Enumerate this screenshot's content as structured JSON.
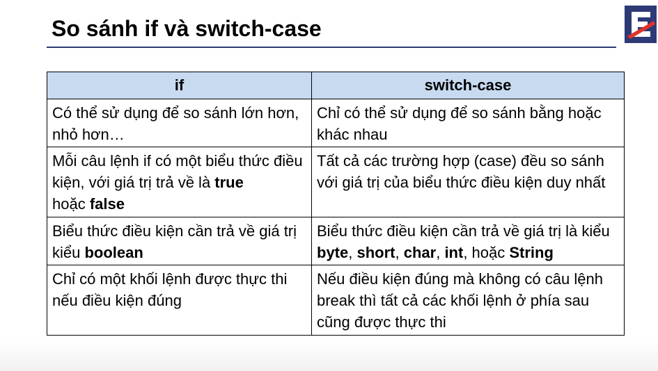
{
  "slide": {
    "title": "So sánh if và switch-case",
    "logo_icon": "e-brand-logo-icon",
    "accent_color": "#2e3a75",
    "header_fill": "#c7daf0",
    "logo_red": "#e0332a"
  },
  "table": {
    "headers": [
      "if",
      "switch-case"
    ],
    "rows": [
      {
        "if": {
          "t1": "Có thể sử dụng để so sánh lớn hơn, nhỏ hơn…"
        },
        "switch": {
          "t1": "Chỉ có thể sử dụng để so sánh bằng hoặc khác nhau"
        }
      },
      {
        "if": {
          "t1": "Mỗi câu lệnh if có một biểu thức điều kiện, với giá trị trả về là ",
          "b1": "true",
          "t2": " hoặc ",
          "b2": "false"
        },
        "switch": {
          "t1": "Tất cả các trường hợp (case) đều so sánh với giá trị của biểu thức điều kiện duy nhất"
        }
      },
      {
        "if": {
          "t1": "Biểu thức điều kiện cần trả về giá trị kiểu ",
          "b1": "boolean"
        },
        "switch": {
          "t1": "Biểu thức điều kiện cần trả về giá trị là kiểu ",
          "b1": "byte",
          "t2": ", ",
          "b2": "short",
          "t3": ", ",
          "b3": "char",
          "t4": ", ",
          "b4": "int",
          "t5": ", hoặc ",
          "b5": "String"
        }
      },
      {
        "if": {
          "t1": "Chỉ có một khối lệnh được thực thi nếu điều kiện đúng"
        },
        "switch": {
          "t1": "Nếu điều kiện đúng mà không có câu lệnh break thì tất cả các khối lệnh ở phía sau cũng được thực thi"
        }
      }
    ]
  }
}
